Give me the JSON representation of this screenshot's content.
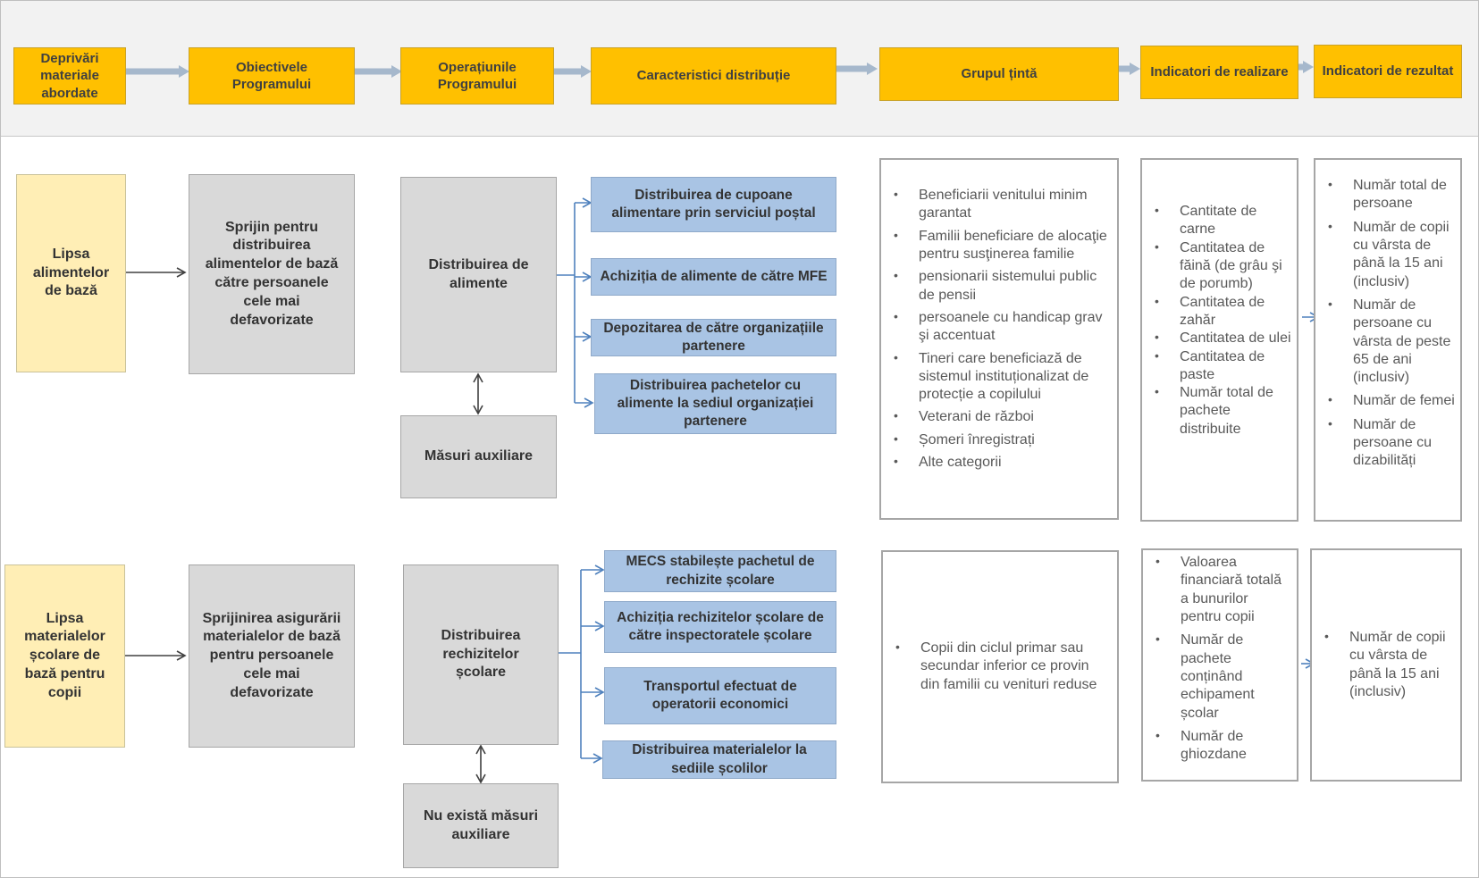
{
  "header": {
    "steps": [
      "Deprivări materiale abordate",
      "Obiectivele Programului",
      "Operațiunile Programului",
      "Caracteristici distribuție",
      "Grupul țintă",
      "Indicatori de realizare",
      "Indicatori de rezultat"
    ]
  },
  "row1": {
    "deprivation": "Lipsa alimentelor de bază",
    "objective": "Sprijin pentru distribuirea alimentelor de bază către persoanele cele mai defavorizate",
    "operation": "Distribuirea de alimente",
    "auxiliary": "Măsuri auxiliare",
    "distribution": [
      "Distribuirea de cupoane alimentare prin serviciul poștal",
      "Achiziția de alimente de către MFE",
      "Depozitarea de către organizațiile partenere",
      "Distribuirea pachetelor cu alimente la sediul organizației partenere"
    ],
    "target_group": [
      "Beneficiarii venitului minim garantat",
      "Familii beneficiare de alocaţie pentru susţinerea familie",
      "pensionarii sistemului public de pensii",
      "persoanele cu handicap grav şi accentuat",
      "Tineri care beneficiază de sistemul instituționalizat de protecție a copilului",
      "Veterani de război",
      "Șomeri înregistrați",
      "Alte categorii"
    ],
    "output_indicators": [
      "Cantitate de carne",
      "Cantitatea de făină (de grâu şi de porumb)",
      "Cantitatea de zahăr",
      "Cantitatea de ulei",
      "Cantitatea de paste",
      "Număr total de pachete distribuite"
    ],
    "result_indicators": [
      "Număr total de persoane",
      "Număr de copii cu vârsta de până la 15 ani (inclusiv)",
      "Număr de persoane cu vârsta de peste 65 de ani (inclusiv)",
      "Număr de femei",
      "Număr de persoane cu dizabilități"
    ]
  },
  "row2": {
    "deprivation": "Lipsa materialelor școlare de bază pentru copii",
    "objective": "Sprijinirea asigurării materialelor de bază pentru persoanele cele mai defavorizate",
    "operation": "Distribuirea rechizitelor școlare",
    "auxiliary": "Nu există măsuri auxiliare",
    "distribution": [
      "MECS stabilește pachetul de rechizite școlare",
      "Achiziția rechizitelor școlare de către inspectoratele școlare",
      "Transportul efectuat de operatorii economici",
      "Distribuirea materialelor la sediile școlilor"
    ],
    "target_group": [
      "Copii din  ciclul primar sau secundar inferior ce provin din familii  cu venituri reduse"
    ],
    "output_indicators": [
      "Valoarea financiară totală a bunurilor pentru copii",
      "Număr de pachete conținând echipament școlar",
      "Număr de ghiozdane"
    ],
    "result_indicators": [
      "Număr de copii cu vârsta de până la 15 ani (inclusiv)"
    ]
  },
  "colors": {
    "header_fill": "#ffc000",
    "deprivation_fill": "#ffeeb5",
    "grey_fill": "#d9d9d9",
    "blue_fill": "#a9c4e4",
    "arrow_blue": "#4f81bd",
    "header_arrow": "#a6b8cc"
  }
}
